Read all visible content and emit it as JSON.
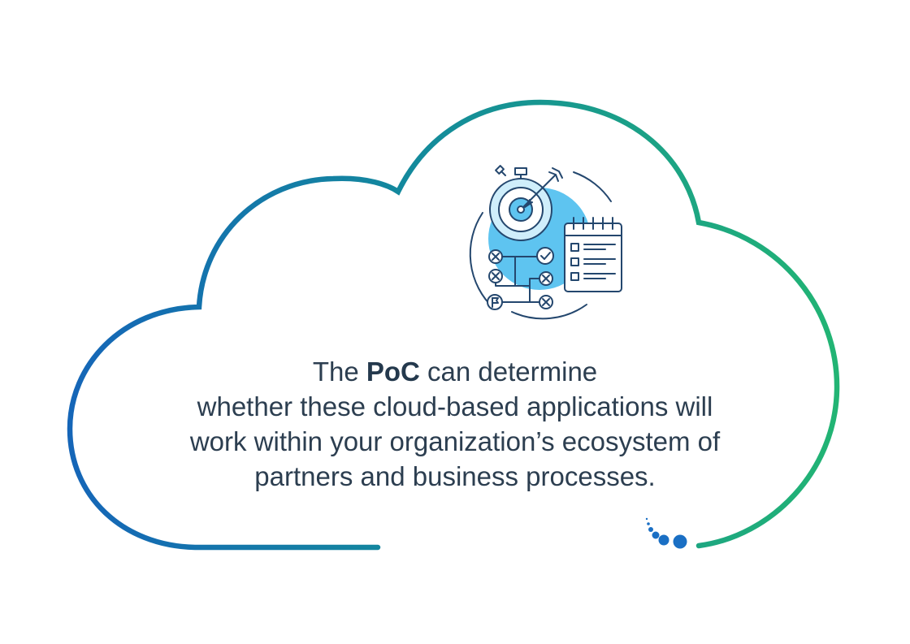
{
  "message": {
    "line1_before": "The ",
    "line1_bold": "PoC",
    "line1_after": " can determine",
    "line2": "whether these cloud-based applications will",
    "line3": "work within your organization’s ecosystem of",
    "line4": "partners and business processes."
  },
  "colors": {
    "gradient_start": "#1565b8",
    "gradient_mid": "#138a9c",
    "gradient_end": "#22b573",
    "icon_stroke": "#24476e",
    "icon_fill_light": "#5ec4f0",
    "icon_fill_pale": "#cfeefb",
    "text": "#2c3e50",
    "dots": "#1a6fc4"
  },
  "icons": [
    "stopwatch-target-icon",
    "arrow-icon",
    "calendar-checklist-icon",
    "flowchart-icon",
    "flag-icon"
  ]
}
